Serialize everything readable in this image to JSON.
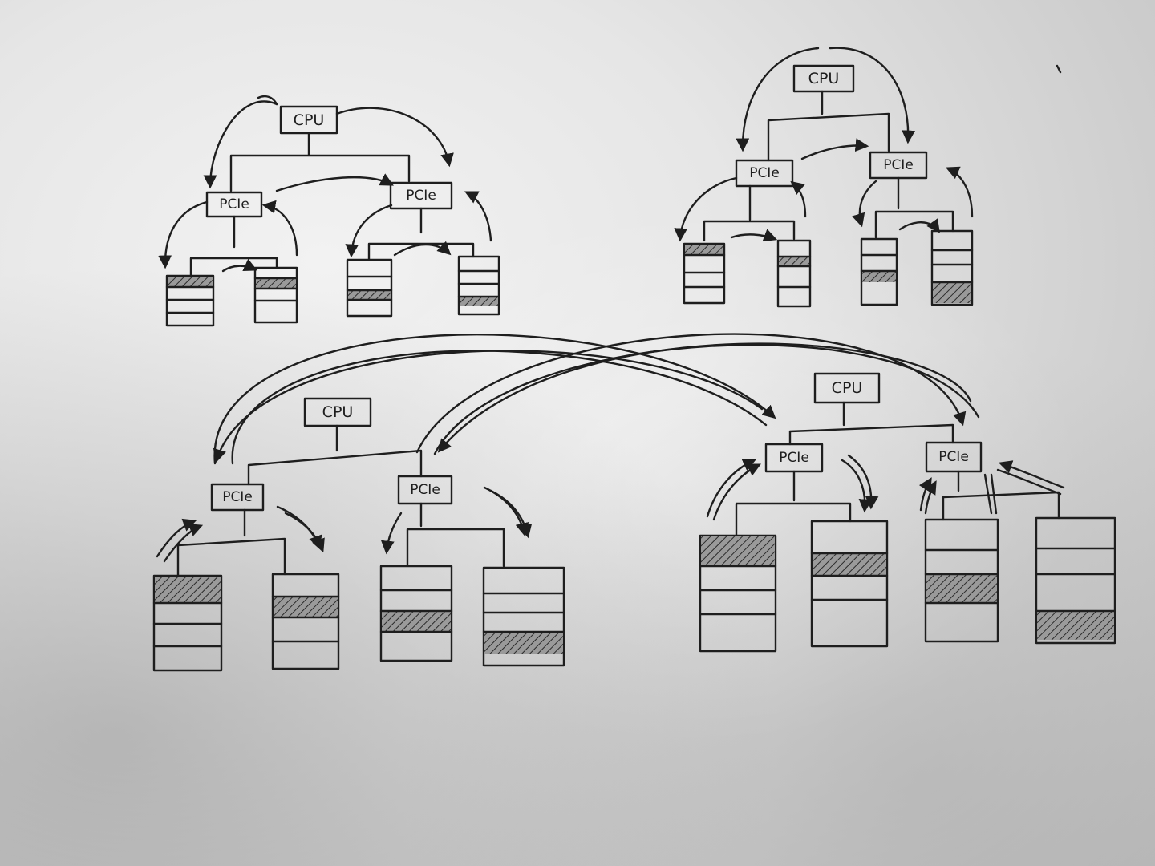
{
  "labels": {
    "cpu": "CPU",
    "pcie": "PCIe"
  },
  "colors": {
    "ink": "#1e1e1e",
    "paper": "#e6e6e6"
  },
  "cluster_count": 4,
  "storage_per_cluster": 4
}
